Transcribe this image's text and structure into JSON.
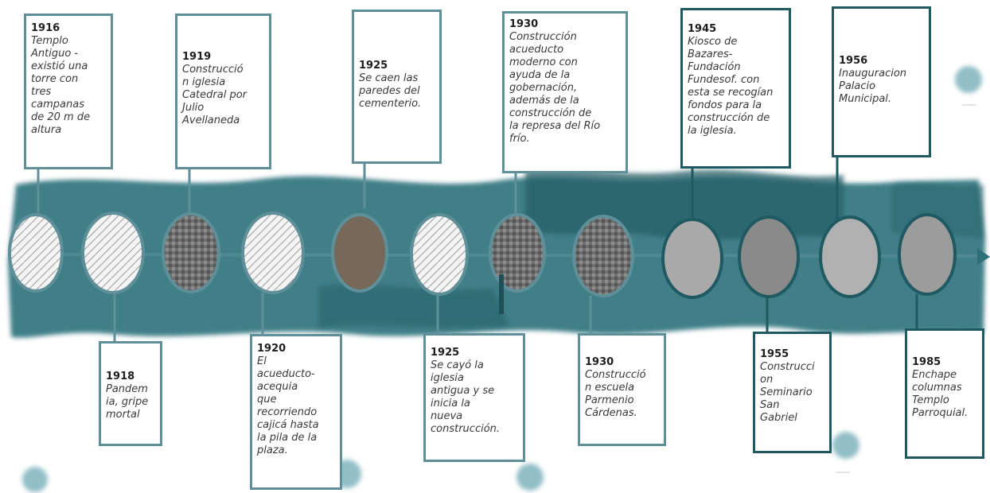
{
  "colors": {
    "band": "#3f7f88",
    "band_dark": "#255f68",
    "frame_light": "#5f8f99",
    "frame_dark": "#1f5a63",
    "splash": "#7fb3bd"
  },
  "events": [
    {
      "year": "1916",
      "text": "Templo\nAntiguo -\nexistió una\ntorre con\ntres\ncampanas\nde 20 m de\naltura",
      "photo": "old-church-sketch"
    },
    {
      "year": "1918",
      "text": "Pandem\nia, gripe\nmortal",
      "photo": "town-sketch"
    },
    {
      "year": "1919",
      "text": "Construcció\nn iglesia\nCatedral por\nJulio\nAvellaneda",
      "photo": "cathedral-photo"
    },
    {
      "year": "1920",
      "text": "El\nacueducto-\nacequia\nque\nrecorriendo\ncajicá hasta\nla pila de la\nplaza.",
      "photo": "aqueduct-sketch"
    },
    {
      "year": "1925",
      "text": "Se caen las\nparedes del\ncementerio.",
      "photo": "cemetery-wall-photo"
    },
    {
      "year": "1925",
      "text": "Se cayó la\niglesia\nantigua y se\ninicia la\nnueva\nconstrucción.",
      "photo": "new-church-sketch"
    },
    {
      "year": "1930",
      "text": "Construcción\nacueducto\nmoderno con\nayuda de la\ngobernación,\nademás de la\nconstrucción de\nla represa del Río\nfrío.",
      "photo": "dam-photo"
    },
    {
      "year": "1930",
      "text": "Construcció\nn escuela\nParmenio\nCárdenas.",
      "photo": "school-group-photo"
    },
    {
      "year": "1945",
      "text": "Kiosco de\nBazares-\nFundación\nFundesof. con\nesta se recogían\nfondos para la\nconstrucción de\nla iglesia.",
      "photo": "kiosk-photo"
    },
    {
      "year": "1955",
      "text": "Construcci\non\nSeminario\nSan\nGabriel",
      "photo": "seminary-photo"
    },
    {
      "year": "1956",
      "text": "Inauguracion\nPalacio\nMunicipal.",
      "photo": "municipal-palace-photo"
    },
    {
      "year": "1985",
      "text": "Enchape\ncolumnas\nTemplo\nParroquial.",
      "photo": "parish-temple-photo"
    }
  ]
}
